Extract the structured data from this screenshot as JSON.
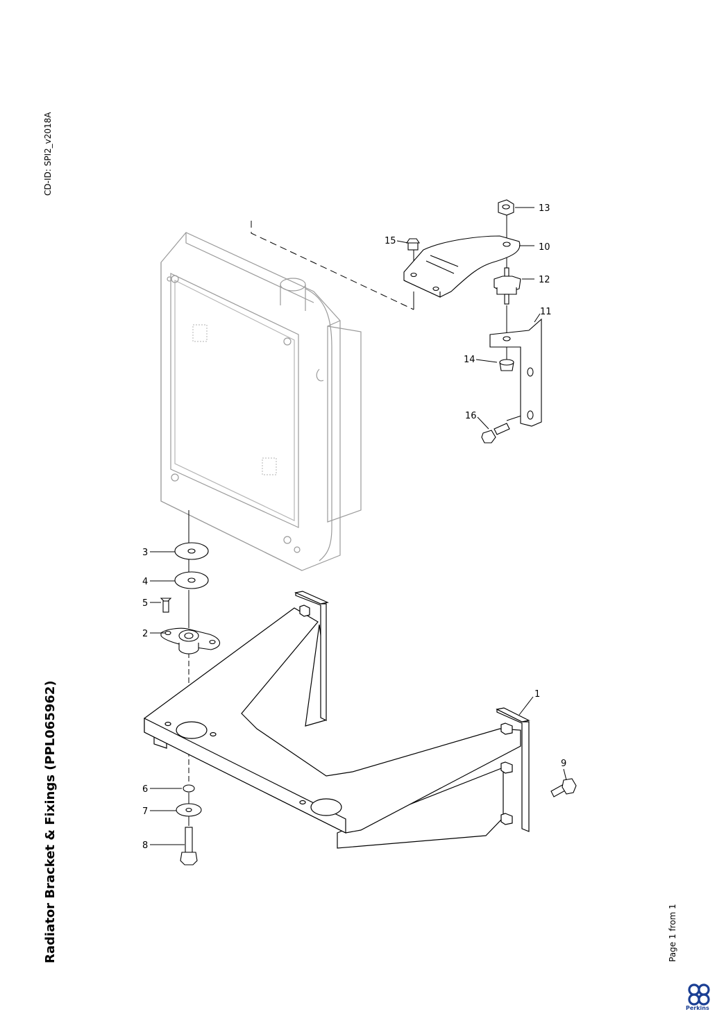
{
  "title": "Radiator Bracket & Fixings (PPL065962)",
  "cd_id": "CD-ID: SPI2_v2018A",
  "page_info": "Page 1 from 1",
  "brand": {
    "name": "Perkins",
    "color": "#1b3f94"
  },
  "callouts": [
    {
      "id": "c1",
      "label": "1"
    },
    {
      "id": "c2",
      "label": "2"
    },
    {
      "id": "c3",
      "label": "3"
    },
    {
      "id": "c4",
      "label": "4"
    },
    {
      "id": "c5",
      "label": "5"
    },
    {
      "id": "c6",
      "label": "6"
    },
    {
      "id": "c7",
      "label": "7"
    },
    {
      "id": "c8",
      "label": "8"
    },
    {
      "id": "c9",
      "label": "9"
    },
    {
      "id": "c10",
      "label": "10"
    },
    {
      "id": "c11",
      "label": "11"
    },
    {
      "id": "c12",
      "label": "12"
    },
    {
      "id": "c13",
      "label": "13"
    },
    {
      "id": "c14",
      "label": "14"
    },
    {
      "id": "c15",
      "label": "15"
    },
    {
      "id": "c16",
      "label": "16"
    }
  ]
}
